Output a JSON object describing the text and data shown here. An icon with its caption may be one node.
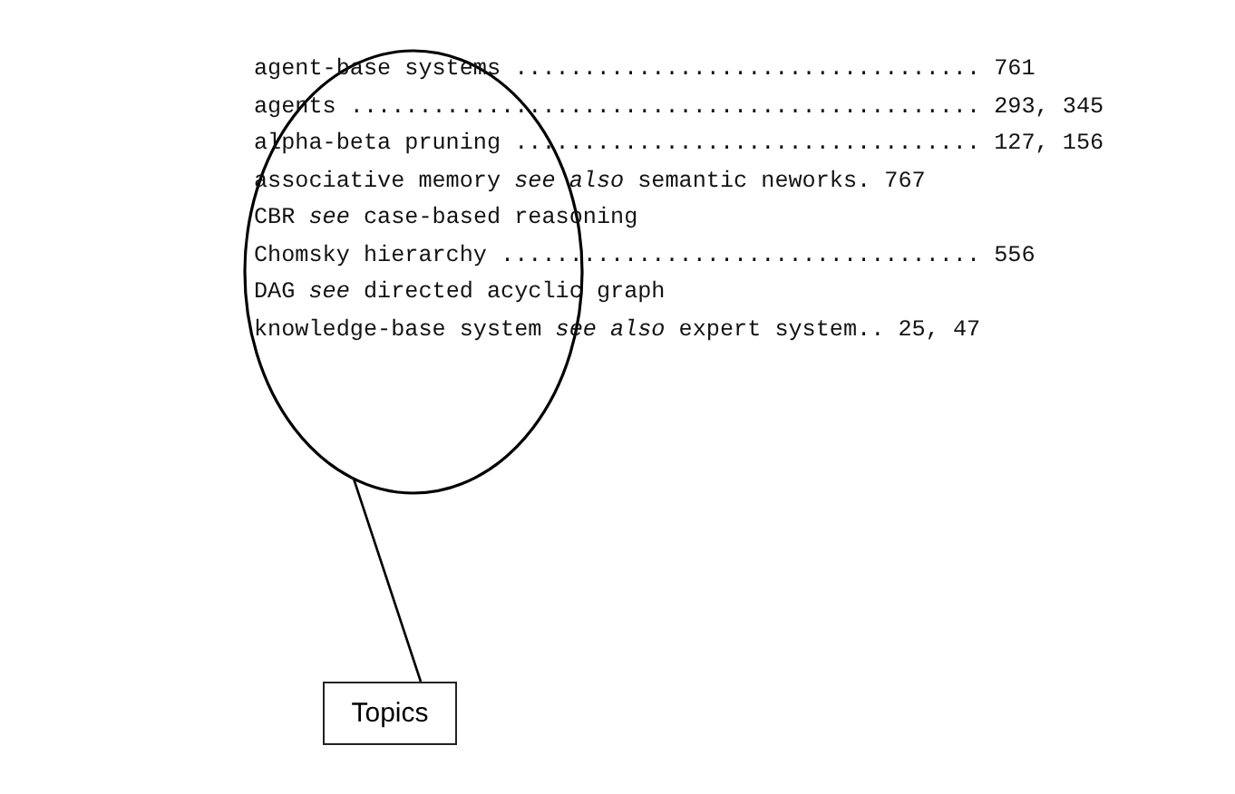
{
  "diagram": {
    "nodes": [
      {
        "text": [],
        "shape": "ellipse"
      },
      {
        "text": [
          "Topics"
        ]
      }
    ],
    "edges": [
      {
        "from": 1,
        "to": 0,
        "arrow": "none"
      }
    ],
    "labels": [
      "agent-base systems .................................. 761",
      "agents .............................................. 293, 345",
      "alpha-beta pruning .................................. 127, 156",
      "associative memory *see also* semantic neworks. 767",
      "CBR *see* case-based reasoning",
      "Chomsky hierarchy ................................... 556",
      "DAG *see* directed acyclic graph",
      "knowledge-base system *see also* expert system.. 25, 47"
    ]
  }
}
